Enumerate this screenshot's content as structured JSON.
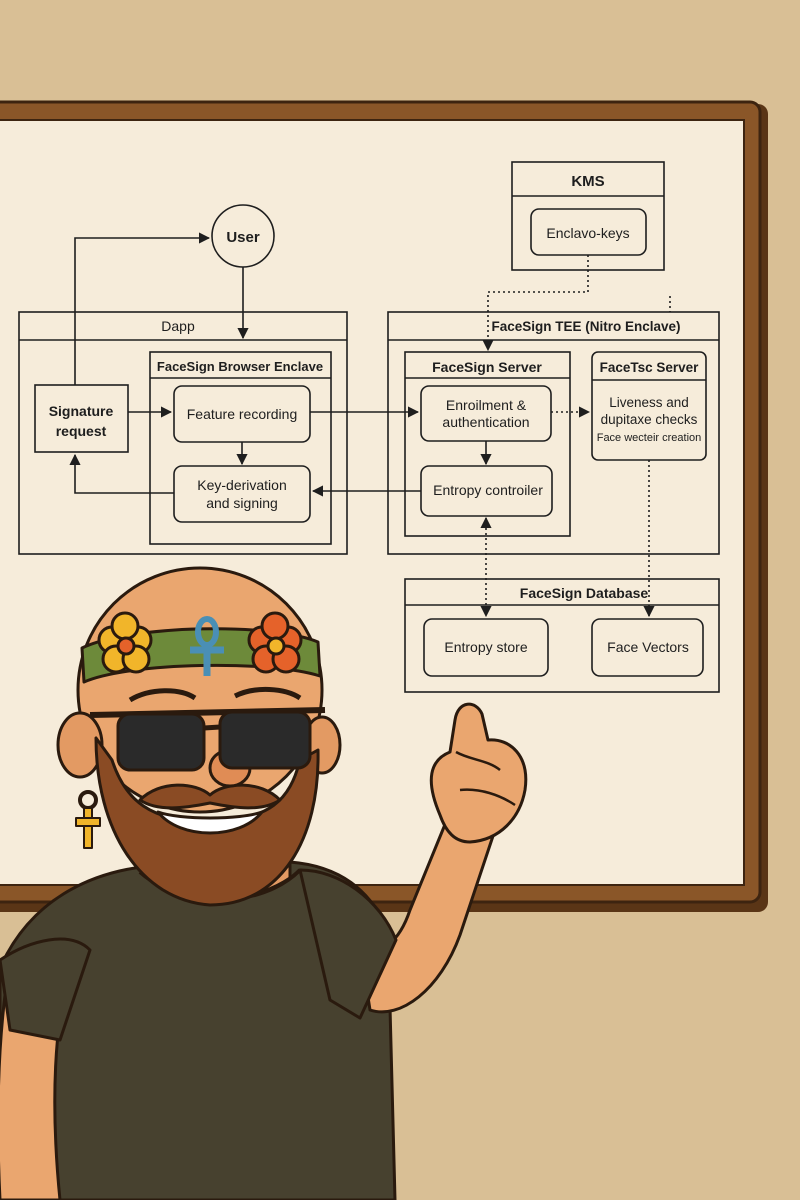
{
  "diagram": {
    "nodes": {
      "user": "User",
      "kms": "KMS",
      "enclavo_keys": "Enclavo-keys",
      "dapp": "Dapp",
      "browser_enclave": "FaceSign Browser Enclave",
      "signature_request": [
        "Signature",
        "request"
      ],
      "feature_recording": "Feature recording",
      "key_derivation": [
        "Key-derivation",
        "and signing"
      ],
      "tee": "FaceSign TEE (Nitro Enclave)",
      "facesign_server": "FaceSign Server",
      "enrollment": [
        "Enroilment &",
        "authentication"
      ],
      "entropy_controller": "Entropy controiler",
      "facetsc_server": "FaceTsc Server",
      "liveness": [
        "Liveness and",
        "dupitaxe checks",
        "Face wecteir creation"
      ],
      "database": "FaceSign Database",
      "entropy_store": "Entropy store",
      "face_vectors": "Face Vectors"
    }
  },
  "colors": {
    "wall": "#d9bf95",
    "whiteboard": "#f6ecda",
    "frame": "#7a4a22",
    "ink": "#1e1e1e",
    "shirt": "#47412f",
    "skin": "#eaa66f",
    "beard": "#8a4b24",
    "headband": "#6d8a3a",
    "flower_yellow": "#f1b52a",
    "flower_red": "#e5622a",
    "ankh": "#4a8fb5"
  },
  "icons": [
    "ankh-icon",
    "cross-earring-icon",
    "flower-icon"
  ]
}
